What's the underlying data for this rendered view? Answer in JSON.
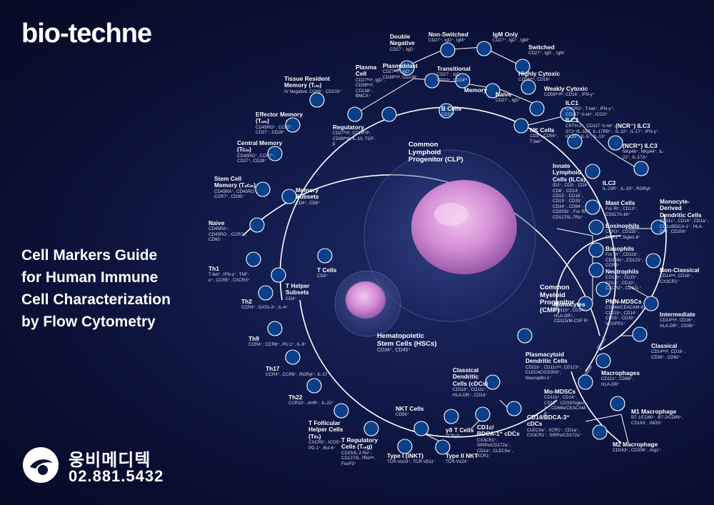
{
  "brand": {
    "logo": "bio-techne"
  },
  "guide_title": [
    "Cell Markers Guide",
    "for Human Immune",
    "Cell Characterization",
    "by Flow Cytometry"
  ],
  "distributor": {
    "name": "웅비메디텍",
    "phone": "02.881.5432"
  },
  "colors": {
    "background": "#0a1035",
    "cell_outline": "#ffffff",
    "cell_fill": "#0b8fd6",
    "hsc_nucleus": "#d99ad8",
    "line": "#ffffff"
  },
  "arc_labels": {
    "blood": "Blood",
    "tissue": "Tissue"
  },
  "cells": [
    {
      "title": "Double",
      "sub": "Negative",
      "markers": "CD27⁻, IgD⁻"
    },
    {
      "title": "Non-Switched",
      "markers": "CD27⁺, IgD⁺, IgM⁺"
    },
    {
      "title": "IgM Only",
      "markers": "CD27⁺, IgD⁻, IgM⁺"
    },
    {
      "title": "Switched",
      "markers": "CD27⁺, IgD⁻, IgM⁻"
    },
    {
      "title": "Plasma",
      "sub": "Cell",
      "markers": "CD27ʰⁱᵍʰ, IgD⁻, CD38ʰⁱᵍʰ, CD138⁺, BMCA⁺"
    },
    {
      "title": "Plasmablast",
      "markers": "CD27ʰⁱᵍʰ, IgD⁻, CD38ʰⁱᵍʰ, CD138⁻"
    },
    {
      "title": "Transitional",
      "markers": "CD27⁻, IgD⁺, CD10⁺, CD24ʰⁱ"
    },
    {
      "title": "Memory"
    },
    {
      "title": "Naive",
      "markers": "CD27⁻, IgD⁺"
    },
    {
      "title": "Highly Cytoxic",
      "markers": "CD56ᵈⁱᵐ, CD16⁺"
    },
    {
      "title": "Weakly Cytoxic",
      "markers": "CD56ᵇʳⁱᵍʰᵗ, CD16⁻, IFN-γ⁺"
    },
    {
      "title": "Tissue Resident",
      "sub": "Memory (Tᵣₘ)",
      "markers": "IV Negative, CD69⁺, CD103⁺"
    },
    {
      "title": "Effector Memory (Tₑₘ)",
      "markers": "CD45RO⁺, CCR7⁻, CD27⁻, CD28⁻"
    },
    {
      "title": "Central Memory (Tcₘ)",
      "markers": "CD45RO⁺, CCR7⁺, CD27⁺, CD28⁺"
    },
    {
      "title": "Stem Cell",
      "sub": "Memory (Tₛcₘ)",
      "markers": "CD45RA⁺, CD45RO⁻, CCR7⁺, CD95⁺"
    },
    {
      "title": "Naive",
      "markers": "CD45RA⁺, CD45RO⁻, CCR7⁺, CD95⁻"
    },
    {
      "title": "Regulatory",
      "markers": "CD27ʰⁱᵍʰ, CD24ʰⁱᵍʰ, CD38ʰⁱᵍʰ, IL-10, TGF-β"
    },
    {
      "title": "B Cells",
      "markers": "CD19⁺"
    },
    {
      "title": "ILC1",
      "markers": "CXCR3⁺, T-bet⁺, IFN-γ⁺, CD117⁻/c-kit⁺, ICOS⁺"
    },
    {
      "title": "ILC2",
      "markers": "CRTH-2⁺, CD117⁻/c-kit⁺, ST2⁺/IL-33R, IL-17RB⁺, ICOS⁺, IL-5⁺, IL-13⁺"
    },
    {
      "title": "(NCR⁻) ILC3",
      "markers": "IL-22⁺, IL-17⁺, IFN-γ⁺"
    },
    {
      "title": "(NCR⁺) ILC3",
      "markers": "NKp46⁺, NKp44⁺, IL-22⁺, IL-17A⁺"
    },
    {
      "title": "ILC3",
      "markers": "IL-23R⁺, IL-1R⁺, RORγt⁺"
    },
    {
      "title": "NK Cells",
      "markers": "CD3⁻, CD56⁺, T-bet⁺"
    },
    {
      "title": "Common",
      "sub": "Lymphoid",
      "sub2": "Progenitor (CLP)"
    },
    {
      "title": "Innate",
      "sub": "Lymphoid",
      "sub2": "Cells (ILCs)",
      "markers": "ID2⁺, CD3⁻, CD4⁻, CD8⁻, CD14⁻, CD15⁻, CD16⁻, CD19⁻, CD33⁻, CD34⁻, CD94⁻, CD203c⁻, Fcε RI⁻, CD127/IL-7Rα⁺"
    },
    {
      "title": "Memory",
      "sub": "Subsets",
      "markers": "CD4⁺, CD8⁺"
    },
    {
      "title": "T Cells",
      "markers": "CD3⁺"
    },
    {
      "title": "Th1",
      "markers": "T-bet⁺, IFN-γ⁺, TNF-α⁺, CCR5⁺, CXCR3⁺"
    },
    {
      "title": "T Helper",
      "sub": "Subsets",
      "markers": "CD4⁺"
    },
    {
      "title": "Th2",
      "markers": "CCR4⁺, GATA-3⁺, IL-4⁺"
    },
    {
      "title": "Th9",
      "markers": "CCR4⁺, CCR6⁺, PU.1⁺, IL-9⁺"
    },
    {
      "title": "Th17",
      "markers": "CCR4⁺, CCR6⁺, RORγt⁺, IL-17⁺"
    },
    {
      "title": "Th22",
      "markers": "CCR10⁺, AHR⁺, IL-22⁺"
    },
    {
      "title": "T Follicular",
      "sub": "Helper Cells (Tғₕ)",
      "markers": "CXCR5⁺, ICOS⁺, PD-1⁺, Bcl-6⁺"
    },
    {
      "title": "T Regulatory",
      "sub": "Cells (Tᵣₑg)",
      "markers": "CD25/IL-2 Rα⁺, CD127/IL-7Rαˡᵒʷ, FoxP3⁺"
    },
    {
      "title": "Hematopoietic",
      "sub": "Stem Cells (HSCs)",
      "markers": "CD34⁺, CD45⁺"
    },
    {
      "title": "NKT Cells",
      "markers": "CD56⁺"
    },
    {
      "title": "γδ T Cells",
      "markers": "TCRγδ⁺"
    },
    {
      "title": "Type I (iNKT)",
      "markers": "TCR-Vα24⁺, TCR-Vβ11⁺"
    },
    {
      "title": "Type II NKT",
      "markers": "TCR-Vα24⁻"
    },
    {
      "title": "Mast Cells",
      "markers": "Fcε RI⁺, CD13⁺, CD117/c-kit⁺"
    },
    {
      "title": "Eosinophils",
      "markers": "CCR3⁺, CD11b⁺, EMR1⁺, Siglec-8⁺"
    },
    {
      "title": "Basophils",
      "markers": "Fcε RI⁺, CD11b⁺, CD203c⁺, CD123⁺, CCR3⁺"
    },
    {
      "title": "Neutrophils",
      "markers": "CD11b⁺, CD15⁺, CD16⁺, CD10⁺, CXCR2⁺, CD62L⁺"
    },
    {
      "title": "PMN-MDSCs",
      "markers": "CD66b/CEACAM-8⁺, CD11b⁺, CD14⁻, CD15⁺, CD33⁺, VEGFR1⁺"
    },
    {
      "title": "Common",
      "sub": "Myeloid",
      "sub2": "Progenitor",
      "sub3": "(CMP)"
    },
    {
      "title": "Monocytes",
      "markers": "CD11b⁺, CD14⁺, HLA-DR⁺, CD115/M-CSF R⁺"
    },
    {
      "title": "Monocyte-Derived",
      "sub": "Dendritic Cells",
      "markers": "CD11c⁺, CD14⁺, CD1a⁺, CD1c/BDCA-1⁺, HLA-DR⁺, CD206⁺"
    },
    {
      "title": "Non-Classical",
      "markers": "CD14ˡᵒʷ, CD16⁺, CX3CR1⁺"
    },
    {
      "title": "Intermediate",
      "markers": "CD14ʰⁱᵍʰ, CD16⁺, HLA-DR⁺, CD36⁺"
    },
    {
      "title": "Classical",
      "markers": "CD14ʰⁱᵍʰ, CD16⁻, CD36⁺, CD62⁺"
    },
    {
      "title": "Plasmacytoid",
      "sub": "Dendritic Cells",
      "markers": "CD11b⁻, CD11cˡᵒʷ, CD123⁺, CLEC4C/CD303⁺, Neuropilin-1⁺"
    },
    {
      "title": "Classical",
      "sub": "Dendritic",
      "sub2": "Cells (cDCs)",
      "markers": "CD11b⁺, CD11c⁺, HLA-DR⁺, CD14⁻"
    },
    {
      "title": "Macrophages",
      "markers": "CD11c⁺, CD68⁺, HLA-DR⁺"
    },
    {
      "title": "Mo-MDSCs",
      "markers": "CD11b⁺, CD14⁺, CD15⁻, CD33/Siglec-3⁺, CD66b/CEACAM-8⁻"
    },
    {
      "title": "M1 Macrophage",
      "markers": "B7-1/CD80⁺, B7-2/CD86⁺, CD163⁻, iNOS⁺"
    },
    {
      "title": "CD14/BDCA-3⁺ cDCs",
      "markers": "CLEC9a⁺, XCR1⁺, CD1a⁺, CX3CR1⁻, SIRPα/CD172a⁺"
    },
    {
      "title": "CD1c/",
      "sub": "BDCA-1⁺ cDCs",
      "markers": "CX3CR1⁺, SIRPα/CD172a⁺, CD1a⁺, CLEC9a⁻, XCR1⁻"
    },
    {
      "title": "M2 Macrophage",
      "markers": "CD163⁺, CD206⁺, Arg1⁺"
    }
  ]
}
